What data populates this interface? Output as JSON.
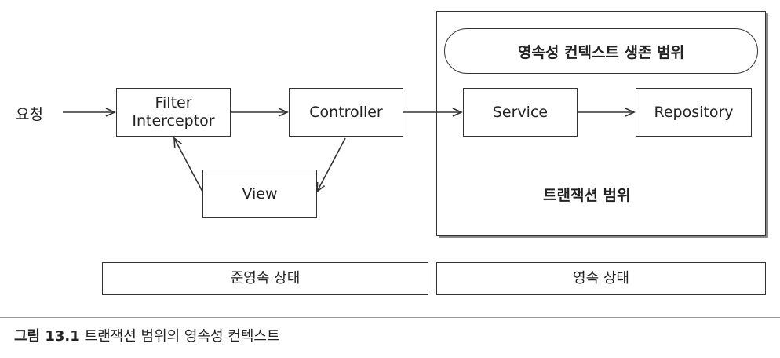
{
  "request_label": "요청",
  "filter_line1": "Filter",
  "filter_line2": "Interceptor",
  "controller": "Controller",
  "view": "View",
  "service": "Service",
  "repository": "Repository",
  "persistence_context_scope": "영속성 컨텍스트 생존 범위",
  "transaction_scope": "트랜잭션 범위",
  "quasi_persistent_state": "준영속 상태",
  "persistent_state": "영속 상태",
  "caption_prefix": "그림 13.1",
  "caption_text": "트랜잭션 범위의 영속성 컨텍스트"
}
